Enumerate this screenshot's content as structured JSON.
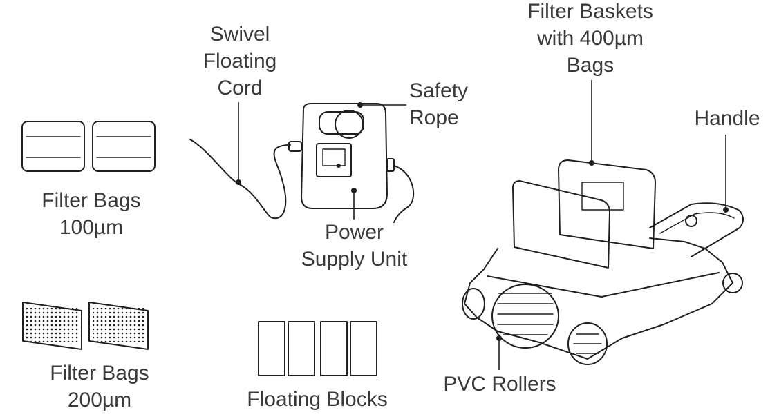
{
  "labels": {
    "filter_bags_100": {
      "line1": "Filter Bags",
      "line2": "100µm"
    },
    "filter_bags_200": {
      "line1": "Filter Bags",
      "line2": "200µm"
    },
    "swivel_cord": {
      "line1": "Swivel",
      "line2": "Floating",
      "line3": "Cord"
    },
    "safety_rope": {
      "line1": "Safety",
      "line2": "Rope"
    },
    "power_supply": {
      "line1": "Power",
      "line2": "Supply Unit"
    },
    "floating_blocks": {
      "line1": "Floating Blocks"
    },
    "filter_baskets": {
      "line1": "Filter Baskets",
      "line2": "with 400µm",
      "line3": "Bags"
    },
    "handle": {
      "line1": "Handle"
    },
    "pvc_rollers": {
      "line1": "PVC Rollers"
    }
  },
  "icons": [
    "filter-bag-100-icon",
    "filter-bag-200-icon",
    "power-supply-unit-icon",
    "floating-block-icon",
    "pool-robot-icon"
  ],
  "colors": {
    "line": "#1f1f1f",
    "text": "#3a3a3a",
    "background": "#ffffff"
  }
}
